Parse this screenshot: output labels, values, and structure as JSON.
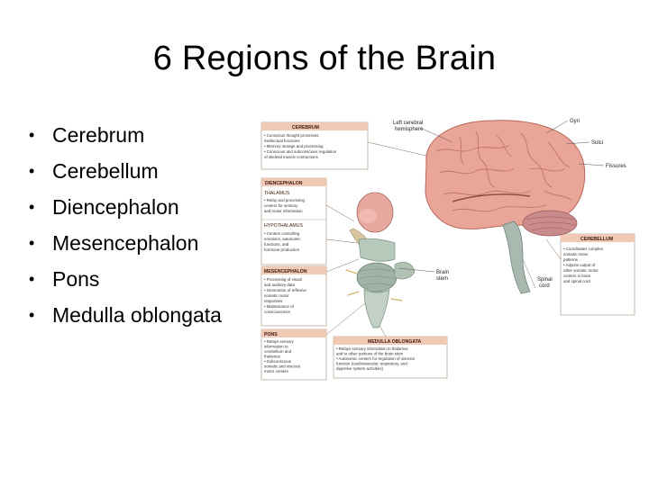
{
  "slide": {
    "title": "6 Regions of the Brain",
    "bullets": [
      "Cerebrum",
      "Cerebellum",
      "Diencephalon",
      "Mesencephalon",
      "Pons",
      "Medulla oblongata"
    ]
  },
  "figure": {
    "panels": {
      "cerebrum": {
        "heading": "CEREBRUM",
        "lines": [
          "• Conscious thought processes,",
          "  intellectual functions",
          "• Memory storage and processing",
          "• Conscious and subconscious regulation",
          "  of skeletal muscle contractions"
        ]
      },
      "diencephalon": {
        "heading": "DIENCEPHALON",
        "thalamus_heading": "THALAMUS",
        "thalamus_lines": [
          "• Relay and processing",
          "  centers for sensory",
          "  and motor information"
        ],
        "hypothalamus_heading": "HYPOTHALAMUS",
        "hypothalamus_lines": [
          "• Centers controlling",
          "  emotions, autonomic",
          "  functions, and",
          "  hormone production"
        ]
      },
      "mesencephalon": {
        "heading": "MESENCEPHALON",
        "lines": [
          "• Processing of visual",
          "  and auditory data",
          "• Generation of reflexive",
          "  somatic motor",
          "  responses",
          "• Maintenance of",
          "  consciousness"
        ]
      },
      "pons": {
        "heading": "PONS",
        "lines": [
          "• Relays sensory",
          "  information to",
          "  cerebellum and",
          "  thalamus",
          "• Subconscious",
          "  somatic and visceral",
          "  motor centers"
        ]
      },
      "medulla": {
        "heading": "MEDULLA OBLONGATA",
        "lines": [
          "• Relays sensory information to thalamus",
          "  and to other portions of the brain stem",
          "• Autonomic centers for regulation of visceral",
          "  function (cardiovascular, respiratory, and",
          "  digestive system activities)"
        ]
      },
      "cerebellum": {
        "heading": "CEREBELLUM",
        "lines": [
          "• Coordinates complex",
          "  somatic motor",
          "  patterns",
          "• Adjusts output of",
          "  other somatic motor",
          "  centers in brain",
          "  and spinal cord"
        ]
      }
    },
    "callouts": {
      "left_hemisphere": [
        "Left cerebral",
        "hemisphere"
      ],
      "gyri": "Gyri",
      "sulci": "Sulci",
      "fissures": "Fissures",
      "brain_stem": [
        "Brain",
        "stem"
      ],
      "spinal_cord": [
        "Spinal",
        "cord"
      ]
    },
    "colors": {
      "panel_head_bg": "#f2c9b4",
      "panel_border": "#b9a79c",
      "cerebrum": "#e9a597",
      "cerebellum": "#c98b8c",
      "brainstem": "#a9b9b0"
    }
  }
}
